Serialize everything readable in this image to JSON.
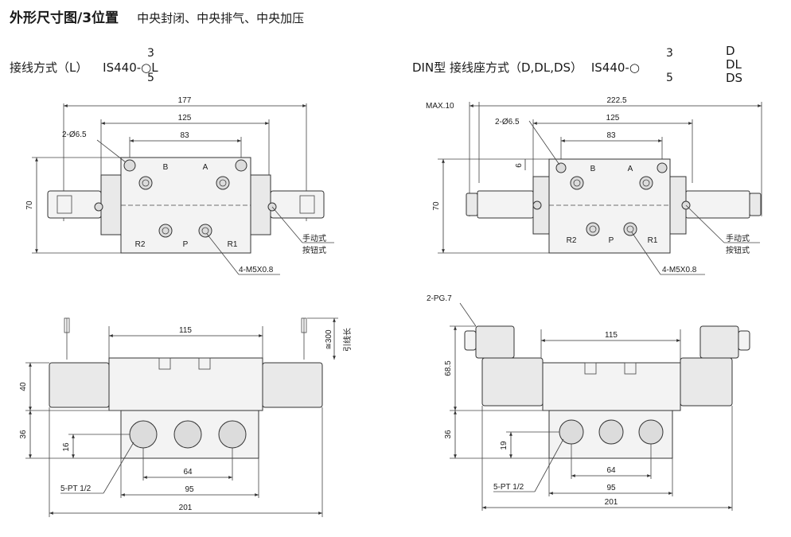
{
  "header": {
    "title": "外形尺寸图/3位置",
    "subtitle": "中央封闭、中央排气、中央加压"
  },
  "left_panel": {
    "wiring_label": "接线方式（L）",
    "model_prefix": "IS4",
    "model_top_digit": "3",
    "model_mid_digit": "4",
    "model_bottom_digit": "5",
    "model_suffix": "0-○L",
    "top_view": {
      "dim_overall": "177",
      "dim_125": "125",
      "dim_83": "83",
      "dim_70": "70",
      "hole_label": "2-Ø6.5",
      "port_R2": "R2",
      "port_P": "P",
      "port_R1": "R1",
      "port_B": "B",
      "port_A": "A",
      "manual_label_1": "手动式",
      "manual_label_2": "按钮式",
      "thread_label": "4-M5X0.8"
    },
    "side_view": {
      "dim_115": "115",
      "dim_40": "40",
      "dim_36": "36",
      "dim_16": "16",
      "dim_64": "64",
      "dim_95": "95",
      "dim_201": "201",
      "lead_length": "≅300",
      "lead_label": "引线长",
      "port_label": "5-PT 1/2"
    }
  },
  "right_panel": {
    "wiring_label": "DIN型 接线座方式（D,DL,DS）",
    "model_prefix": "IS4",
    "model_top_digit": "3",
    "model_mid_digit": "4",
    "model_bottom_digit": "5",
    "model_suffix": "0-○",
    "model_options": [
      "D",
      "DL",
      "DS"
    ],
    "top_view": {
      "dim_max": "MAX.10",
      "dim_overall": "222.5",
      "dim_125": "125",
      "dim_83": "83",
      "dim_70": "70",
      "dim_6": "6",
      "hole_label": "2-Ø6.5",
      "port_R2": "R2",
      "port_P": "P",
      "port_R1": "R1",
      "port_B": "B",
      "port_A": "A",
      "manual_label_1": "手动式",
      "manual_label_2": "按钮式",
      "thread_label": "4-M5X0.8"
    },
    "side_view": {
      "pg_label": "2-PG.7",
      "dim_115": "115",
      "dim_68_5": "68.5",
      "dim_36": "36",
      "dim_19": "19",
      "dim_64": "64",
      "dim_95": "95",
      "dim_201": "201",
      "port_label": "5-PT 1/2"
    }
  }
}
